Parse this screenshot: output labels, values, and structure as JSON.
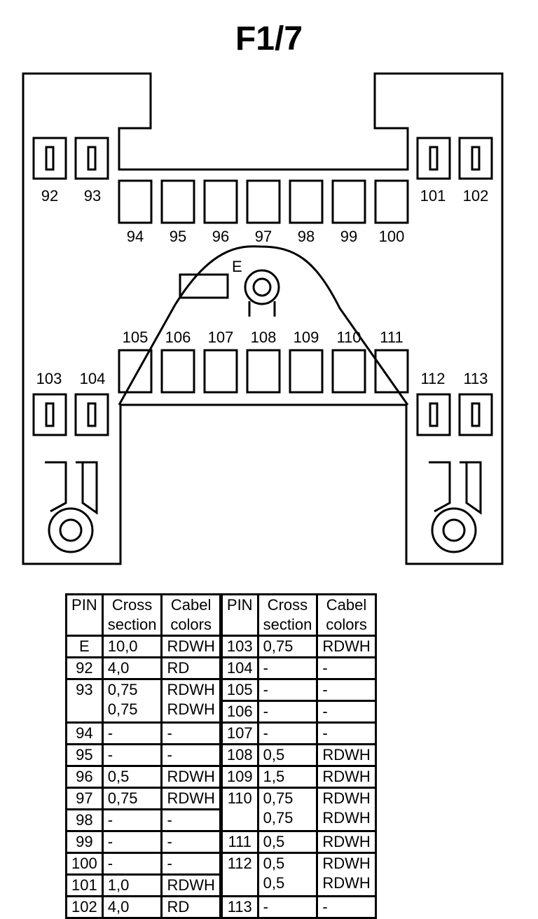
{
  "title": "F1/7",
  "diagram": {
    "e_label": "E",
    "pin_labels": {
      "92": "92",
      "93": "93",
      "94": "94",
      "95": "95",
      "96": "96",
      "97": "97",
      "98": "98",
      "99": "99",
      "100": "100",
      "101": "101",
      "102": "102",
      "103": "103",
      "104": "104",
      "105": "105",
      "106": "106",
      "107": "107",
      "108": "108",
      "109": "109",
      "110": "110",
      "111": "111",
      "112": "112",
      "113": "113"
    }
  },
  "table": {
    "headers": {
      "pin": "PIN",
      "cross_1": "Cross",
      "cross_2": "section",
      "cabel_1": "Cabel",
      "cabel_2": "colors"
    },
    "left": [
      {
        "pin": "E",
        "cross": [
          "10,0"
        ],
        "color": [
          "RDWH"
        ]
      },
      {
        "pin": "92",
        "cross": [
          "4,0"
        ],
        "color": [
          "RD"
        ]
      },
      {
        "pin": "93",
        "cross": [
          "0,75",
          "0,75"
        ],
        "color": [
          "RDWH",
          "RDWH"
        ]
      },
      {
        "pin": "94",
        "cross": [
          "-"
        ],
        "color": [
          "-"
        ]
      },
      {
        "pin": "95",
        "cross": [
          "-"
        ],
        "color": [
          "-"
        ]
      },
      {
        "pin": "96",
        "cross": [
          "0,5"
        ],
        "color": [
          "RDWH"
        ]
      },
      {
        "pin": "97",
        "cross": [
          "0,75"
        ],
        "color": [
          "RDWH"
        ]
      },
      {
        "pin": "98",
        "cross": [
          "-"
        ],
        "color": [
          "-"
        ]
      },
      {
        "pin": "99",
        "cross": [
          "-"
        ],
        "color": [
          "-"
        ]
      },
      {
        "pin": "100",
        "cross": [
          "-"
        ],
        "color": [
          "-"
        ]
      },
      {
        "pin": "101",
        "cross": [
          "1,0"
        ],
        "color": [
          "RDWH"
        ]
      },
      {
        "pin": "102",
        "cross": [
          "4,0"
        ],
        "color": [
          "RD"
        ]
      }
    ],
    "right": [
      {
        "pin": "103",
        "cross": [
          "0,75"
        ],
        "color": [
          "RDWH"
        ]
      },
      {
        "pin": "104",
        "cross": [
          "-"
        ],
        "color": [
          "-"
        ]
      },
      {
        "pin": "105",
        "cross": [
          "-"
        ],
        "color": [
          "-"
        ]
      },
      {
        "pin": "106",
        "cross": [
          "-"
        ],
        "color": [
          "-"
        ]
      },
      {
        "pin": "107",
        "cross": [
          "-"
        ],
        "color": [
          "-"
        ]
      },
      {
        "pin": "108",
        "cross": [
          "0,5"
        ],
        "color": [
          "RDWH"
        ]
      },
      {
        "pin": "109",
        "cross": [
          "1,5"
        ],
        "color": [
          "RDWH"
        ]
      },
      {
        "pin": "110",
        "cross": [
          "0,75",
          "0,75"
        ],
        "color": [
          "RDWH",
          "RDWH"
        ]
      },
      {
        "pin": "111",
        "cross": [
          "0,5"
        ],
        "color": [
          "RDWH"
        ]
      },
      {
        "pin": "112",
        "cross": [
          "0,5",
          "0,5"
        ],
        "color": [
          "RDWH",
          "RDWH"
        ]
      },
      {
        "pin": "113",
        "cross": [
          "-"
        ],
        "color": [
          "-"
        ]
      }
    ]
  }
}
